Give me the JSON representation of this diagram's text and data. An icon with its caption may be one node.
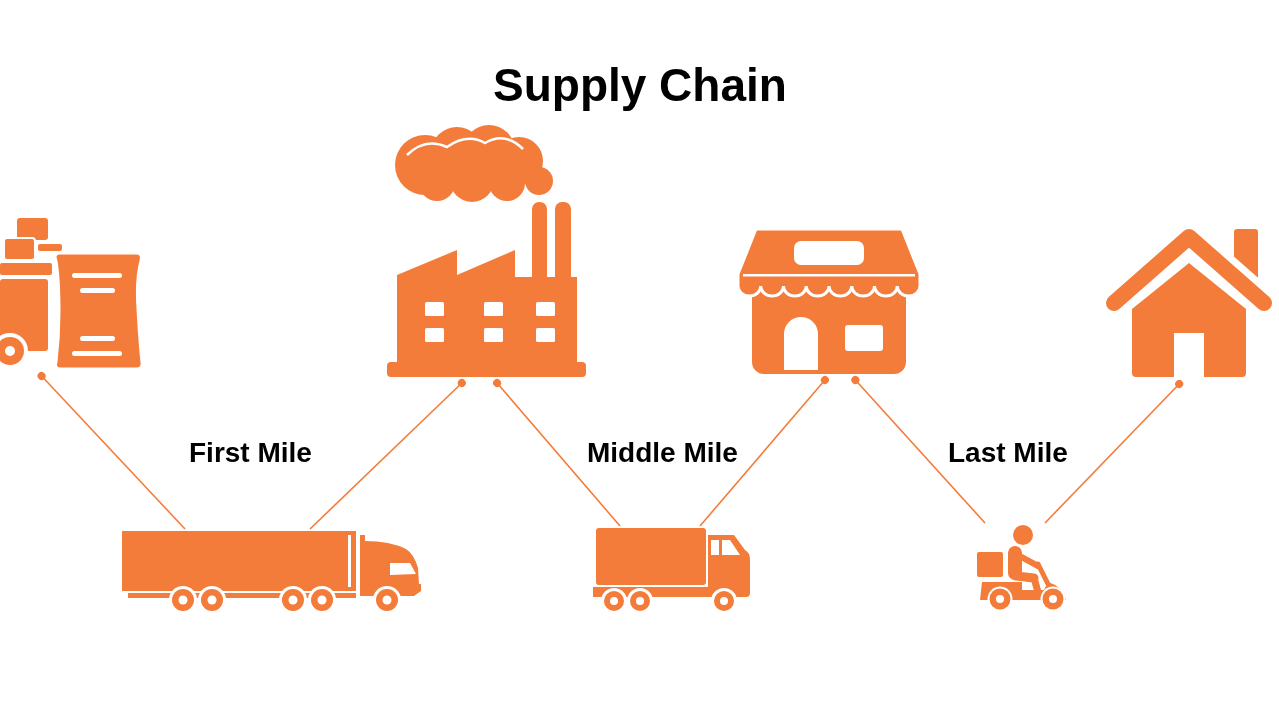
{
  "diagram": {
    "title": "Supply Chain",
    "nodes": [
      {
        "text": [],
        "shape": "picture"
      },
      {
        "text": [],
        "shape": "picture"
      },
      {
        "text": [],
        "shape": "picture"
      },
      {
        "text": [],
        "shape": "picture"
      },
      {
        "text": [],
        "shape": "picture"
      },
      {
        "text": [],
        "shape": "picture"
      },
      {
        "text": [],
        "shape": "picture"
      }
    ],
    "edges": [
      {
        "from": 0,
        "to": 4,
        "arrow": "other"
      },
      {
        "from": 1,
        "to": 4,
        "arrow": "other"
      },
      {
        "from": 1,
        "to": 5,
        "arrow": "other"
      },
      {
        "from": 2,
        "to": 5,
        "arrow": "other"
      },
      {
        "from": 2,
        "to": 6,
        "arrow": "other"
      },
      {
        "from": 3,
        "to": 6,
        "arrow": "other"
      }
    ],
    "labels": [
      "First Mile",
      "Middle Mile",
      "Last Mile"
    ]
  }
}
